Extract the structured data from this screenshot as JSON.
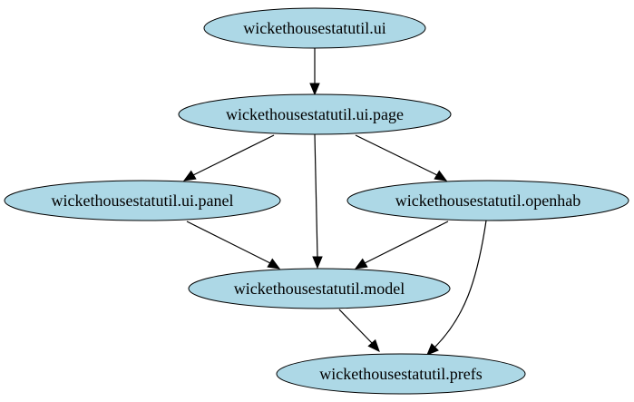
{
  "diagram": {
    "node_fill": "#add8e6",
    "edge_color": "#000000",
    "nodes": [
      {
        "id": "ui",
        "label": "wickethousestatutil.ui"
      },
      {
        "id": "page",
        "label": "wickethousestatutil.ui.page"
      },
      {
        "id": "panel",
        "label": "wickethousestatutil.ui.panel"
      },
      {
        "id": "openhab",
        "label": "wickethousestatutil.openhab"
      },
      {
        "id": "model",
        "label": "wickethousestatutil.model"
      },
      {
        "id": "prefs",
        "label": "wickethousestatutil.prefs"
      }
    ],
    "edges": [
      {
        "from": "ui",
        "to": "page"
      },
      {
        "from": "page",
        "to": "panel"
      },
      {
        "from": "page",
        "to": "model"
      },
      {
        "from": "page",
        "to": "openhab"
      },
      {
        "from": "panel",
        "to": "model"
      },
      {
        "from": "openhab",
        "to": "model"
      },
      {
        "from": "openhab",
        "to": "prefs"
      },
      {
        "from": "model",
        "to": "prefs"
      }
    ]
  }
}
